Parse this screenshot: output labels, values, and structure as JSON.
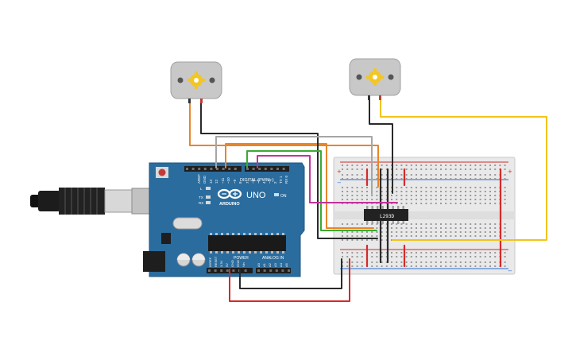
{
  "arduino": {
    "brand": "ARDUINO",
    "model": "UNO",
    "on_label": "ON",
    "digital_label": "DIGITAL (PWM~)",
    "power_label": "POWER",
    "analog_label": "ANALOG IN",
    "tx_label": "TX",
    "rx_label": "RX",
    "l_label": "L",
    "aref": "AREF",
    "gnd": "GND",
    "pin13": "13",
    "pin12": "12",
    "pin11": "~11",
    "pin10": "~10",
    "pin9": "~9",
    "pin8": "8",
    "pin7": "7",
    "pin6": "~6",
    "pin5": "~5",
    "pin4": "4",
    "pin3": "~3",
    "pin2": "2",
    "pin1": "TX 1",
    "pin0": "RX 0",
    "ioref": "IOREF",
    "reset": "RESET",
    "v33": "3.3V",
    "v5": "5V",
    "gnd1": "GND",
    "gnd2": "GND",
    "vin": "Vin",
    "a0": "A0",
    "a1": "A1",
    "a2": "A2",
    "a3": "A3",
    "a4": "A4",
    "a5": "A5"
  },
  "chip": {
    "label": "L293D"
  },
  "breadboard": {
    "plus": "+",
    "minus": "−"
  },
  "colors": {
    "board": "#2b6c9e",
    "wire_orange": "#e8852a",
    "wire_black": "#2a2a2a",
    "wire_gray": "#a6a6a6",
    "wire_green": "#3aaa35",
    "wire_magenta": "#c0339b",
    "wire_yellow": "#f2c418",
    "wire_red": "#d42a2a",
    "motor_gear": "#f3c623"
  },
  "icons": [
    "arduino-infinity-logo",
    "dc-motor-icon",
    "gear-icon",
    "usb-cable-icon"
  ]
}
